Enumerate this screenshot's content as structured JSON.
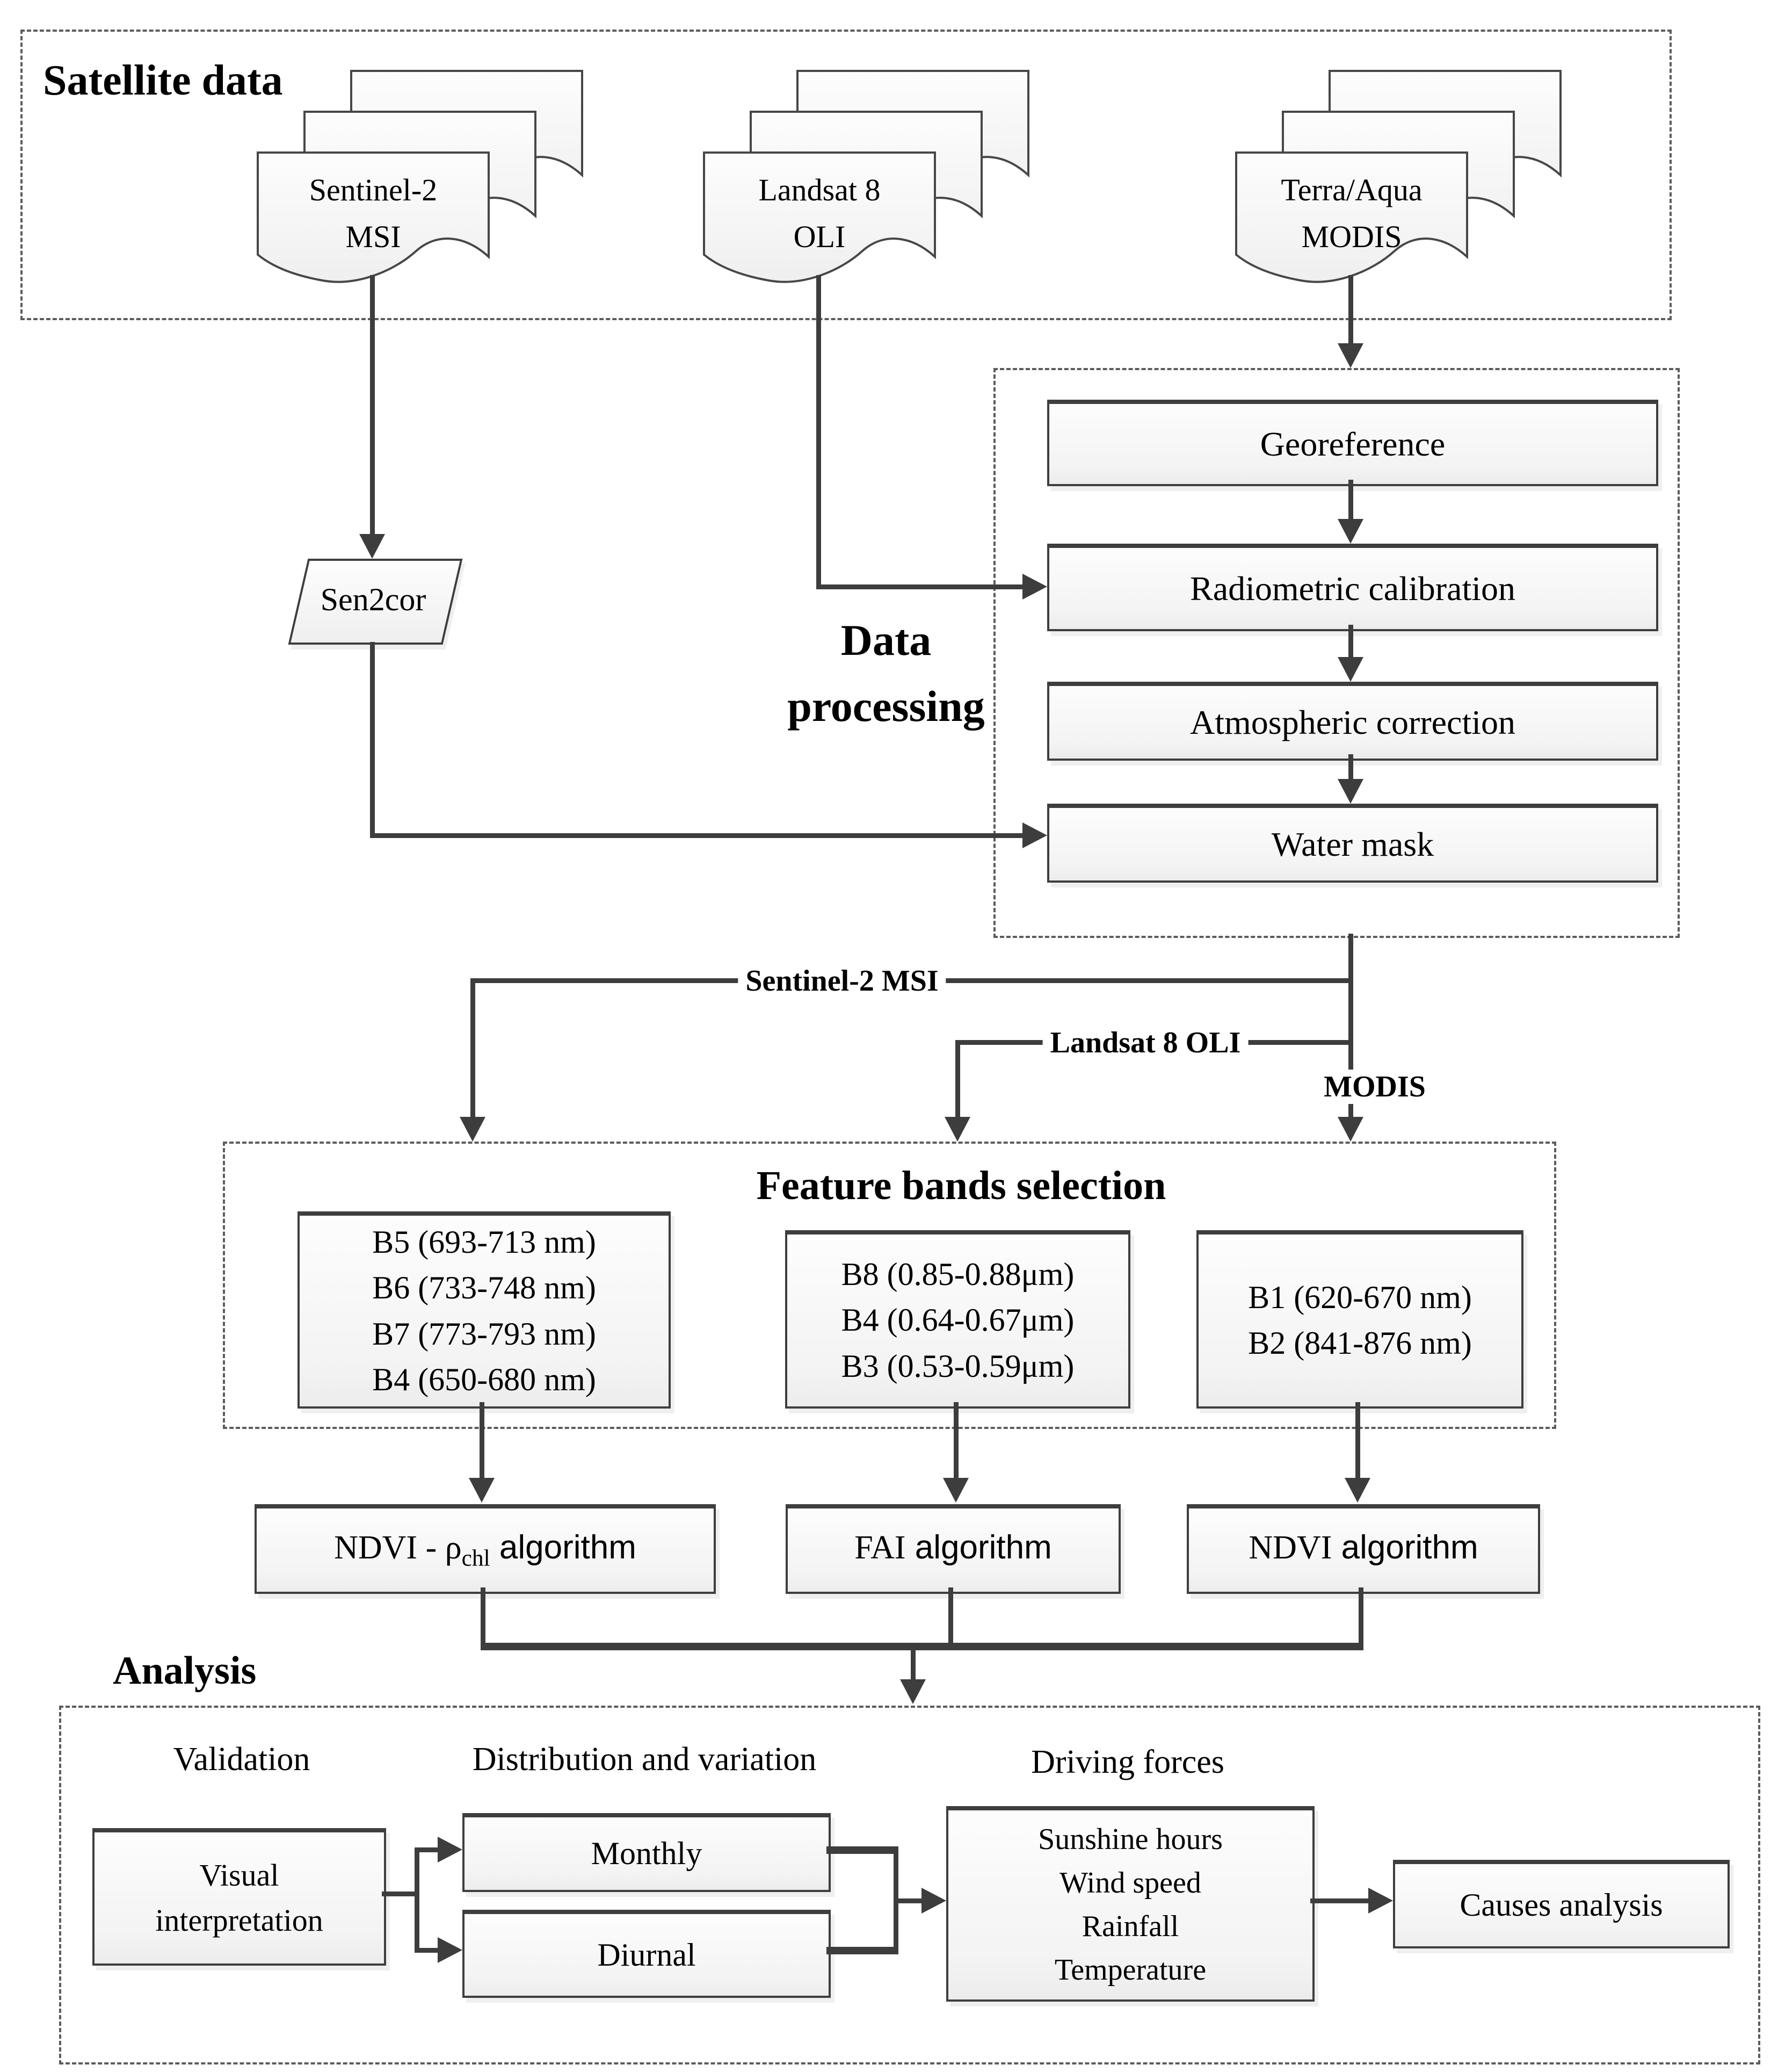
{
  "sections": {
    "satellite": {
      "label": "Satellite data"
    },
    "processing": {
      "line1": "Data",
      "line2": "processing"
    },
    "features": {
      "title": "Feature bands selection"
    },
    "analysis": {
      "label": "Analysis"
    }
  },
  "stacks": [
    {
      "line1": "Sentinel-2",
      "line2": "MSI"
    },
    {
      "line1": "Landsat 8",
      "line2": "OLI"
    },
    {
      "line1": "Terra/Aqua",
      "line2": "MODIS"
    }
  ],
  "sen2cor": {
    "label": "Sen2cor"
  },
  "processing_steps": [
    "Georeference",
    "Radiometric calibration",
    "Atmospheric correction",
    "Water mask"
  ],
  "branch_labels": {
    "sentinel": "Sentinel-2 MSI",
    "landsat": "Landsat 8 OLI",
    "modis": "MODIS"
  },
  "band_boxes": [
    {
      "lines": [
        "B5 (693-713 nm)",
        "B6 (733-748 nm)",
        "B7 (773-793 nm)",
        "B4 (650-680 nm)"
      ]
    },
    {
      "lines": [
        "B8 (0.85-0.88μm)",
        "B4 (0.64-0.67μm)",
        "B3 (0.53-0.59μm)"
      ]
    },
    {
      "lines": [
        "B1 (620-670 nm)",
        "B2 (841-876 nm)"
      ]
    }
  ],
  "algorithms": [
    {
      "prefix": "NDVI - ρ",
      "sub": "chl",
      "suffix": " algorithm"
    },
    {
      "prefix": "FAI",
      "sub": "",
      "suffix": " algorithm"
    },
    {
      "prefix": "NDVI",
      "sub": "",
      "suffix": " algorithm"
    }
  ],
  "analysis": {
    "headers": [
      "Validation",
      "Distribution and variation",
      "Driving forces"
    ],
    "visual": {
      "line1": "Visual",
      "line2": "interpretation"
    },
    "monthly": "Monthly",
    "diurnal": "Diurnal",
    "driving": [
      "Sunshine hours",
      "Wind speed",
      "Rainfall",
      "Temperature"
    ],
    "causes": "Causes analysis"
  }
}
